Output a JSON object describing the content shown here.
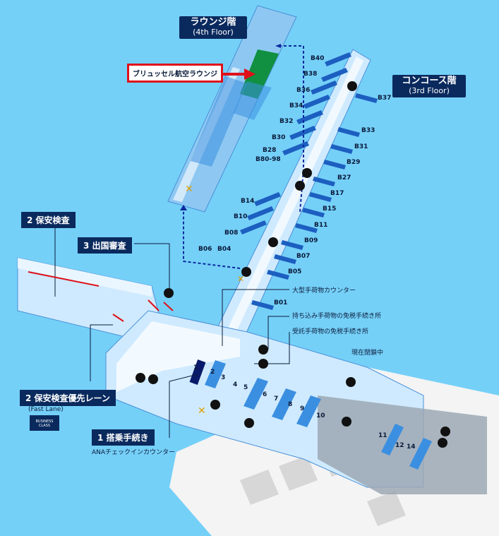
{
  "floors": {
    "lounge_title": "ラウンジ階",
    "lounge_sub": "(4th Floor)",
    "concourse_title": "コンコース階",
    "concourse_sub": "(3rd Floor)"
  },
  "callout": {
    "label": "ブリュッセル航空ラウンジ"
  },
  "steps": {
    "security": "2 保安検査",
    "immigration": "3 出国審査",
    "fast_lane": "2 保安検査優先レーン",
    "fast_lane_sub": "(Fast Lane)",
    "checkin": "1 搭乗手続き",
    "checkin_sub": "ANAチェックインカウンター"
  },
  "annotations": {
    "oversize": "大型手荷物カウンター",
    "carry_tax": "持ち込み手荷物の免税手続き所",
    "checked_tax": "受託手荷物の免税手続き所",
    "closed": "現在閉鎖中"
  },
  "badge": {
    "text": "BUSINESS CLASS"
  },
  "gates_left": [
    "B40",
    "B38",
    "B36",
    "B34",
    "B32",
    "B30",
    "B28",
    "B80-98",
    "B14",
    "B10",
    "B08",
    "B06",
    "B04"
  ],
  "gates_right": [
    "B37",
    "B33",
    "B31",
    "B29",
    "B27",
    "B17",
    "B15",
    "B11",
    "B09",
    "B07",
    "B05",
    "B01"
  ],
  "counters": [
    "1",
    "2",
    "3",
    "4",
    "5",
    "6",
    "7",
    "8",
    "9",
    "10",
    "11",
    "12",
    "14"
  ],
  "colors": {
    "sky": "#75d0f8",
    "navy": "#0a2a5e",
    "accent_red": "#e0101a",
    "lounge_green": "#109040"
  }
}
